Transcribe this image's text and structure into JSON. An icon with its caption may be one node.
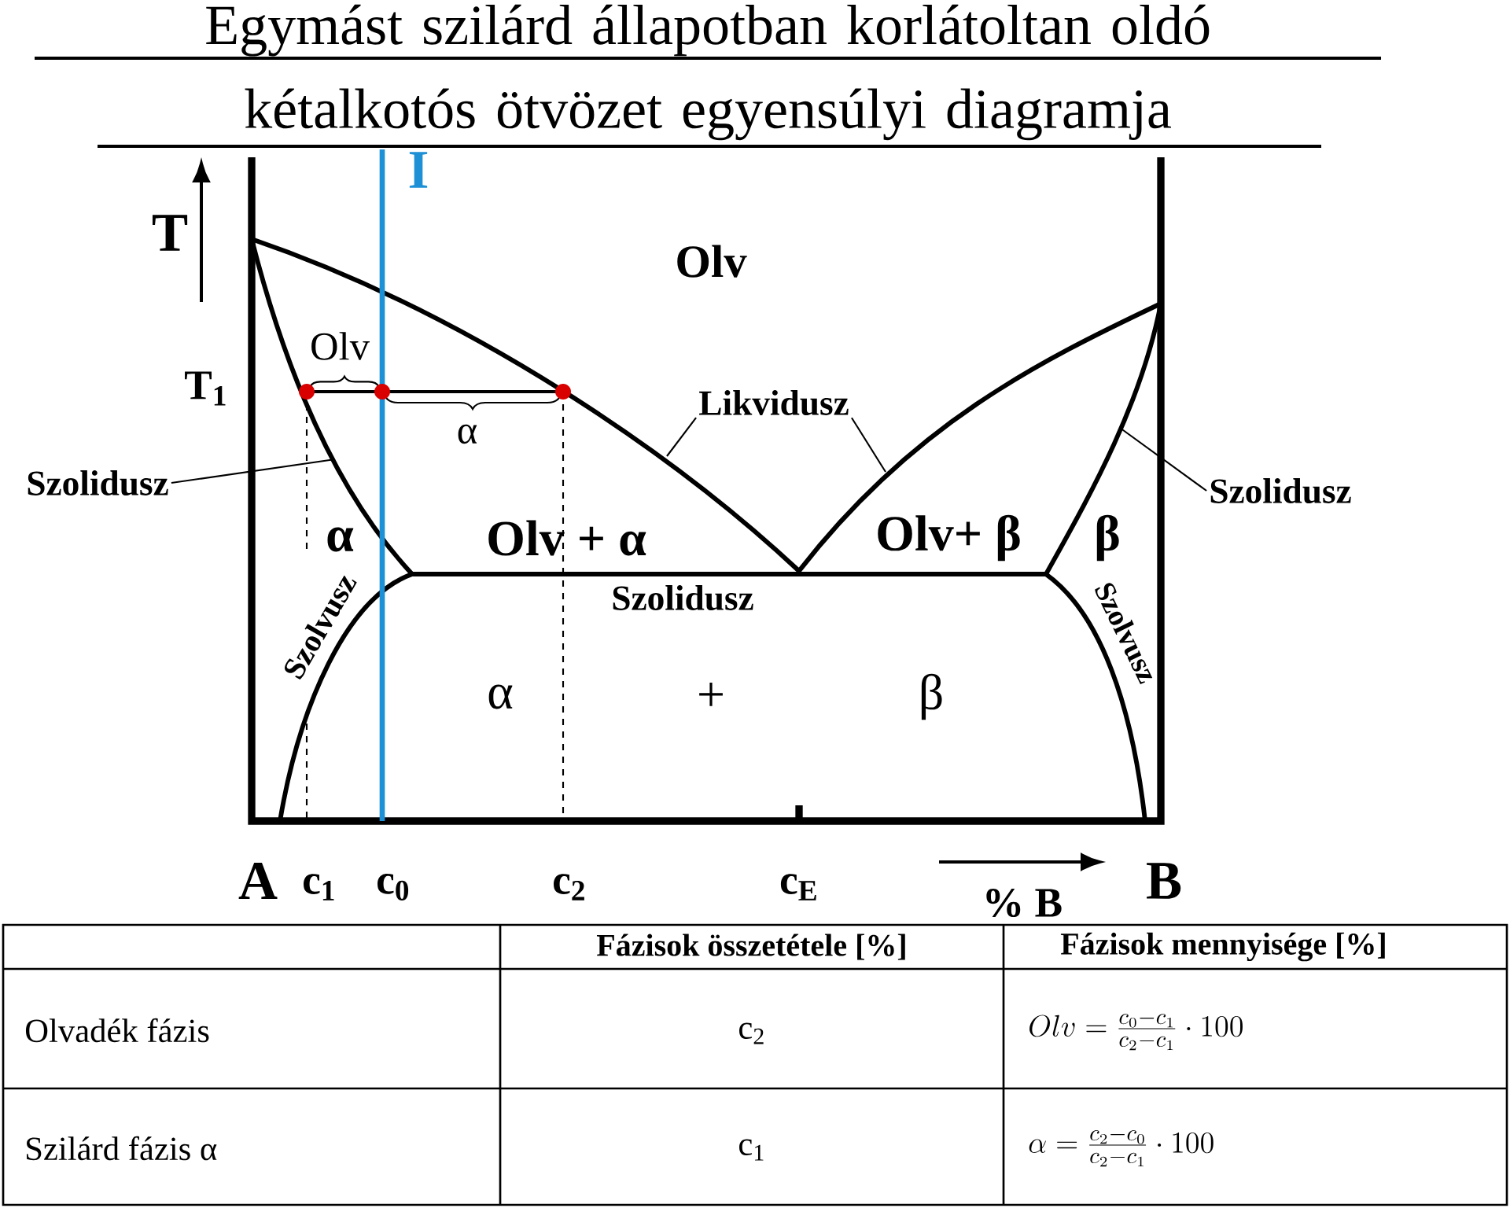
{
  "diagram": {
    "title": "Egymást szilárd állapotban korlátoltan oldó kétalkotós ötvözet egyensúlyi diagramja",
    "nodes": [
      {
        "text": [
          "Szolidusz"
        ]
      },
      {
        "text": [
          "Likvidusz"
        ]
      },
      {
        "text": [
          "Szolidusz"
        ]
      }
    ],
    "edges": [
      {
        "from": 0,
        "to": null,
        "arrow": "none"
      },
      {
        "from": 1,
        "to": null,
        "arrow": "none"
      },
      {
        "from": 1,
        "to": null,
        "arrow": "none"
      },
      {
        "from": 2,
        "to": null,
        "arrow": "none"
      }
    ],
    "labels": [
      "T",
      "I",
      "Olv",
      "Olv",
      "T$_{1}$",
      "α",
      "α",
      "Olv + α",
      "Szolidusz",
      "Olv+ β",
      "β",
      "Szolvusz",
      "Szolvusz",
      "α",
      "+",
      "β",
      "A",
      "c$_{1}$",
      "c$_{0}$",
      "c$_{2}$",
      "c$_{E}$",
      "% B",
      "B",
      "Fázisok összetétele [%]",
      "Fázisok mennyisége [%]",
      "Olvadék fázis",
      "c$_{2}$",
      "Olv = \\frac{c_{0} - c_{1}}{c_{2} - c_{1}} \\cdot 100",
      "Szilárd fázis α",
      "c$_{1}$",
      "\\alpha = \\frac{c_{2} - c_{0}}{c_{2} - c_{1}} \\cdot 100"
    ]
  }
}
